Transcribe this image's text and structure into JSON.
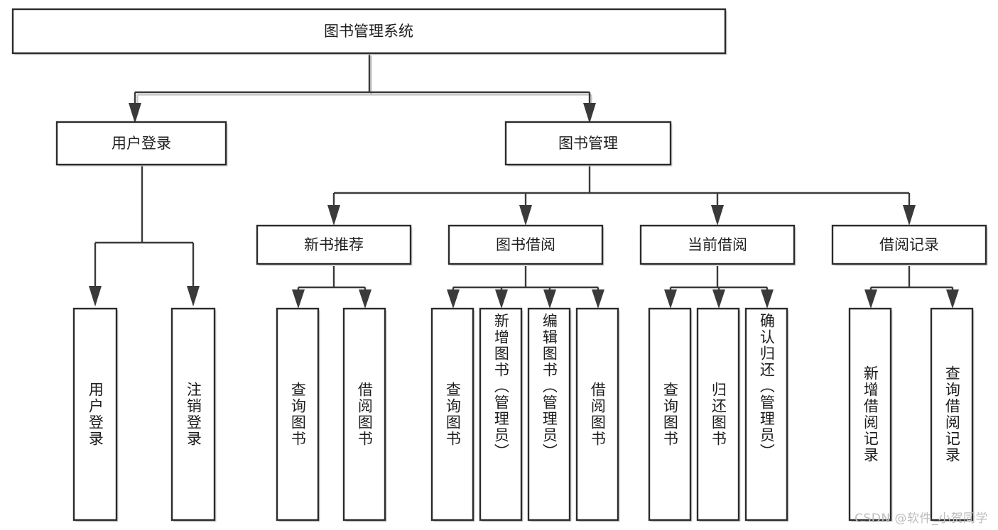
{
  "diagram": {
    "title": "图书管理系统",
    "type": "tree",
    "watermark": "CSDN @软件_小贺同学",
    "colors": {
      "box_border": "#2b2b2b",
      "box_fill": "#ffffff",
      "connector": "#3a3a3a",
      "shadow": "#c9c9c9",
      "text": "#1d1d1d",
      "watermark": "#bdbdbd"
    },
    "levels": {
      "level1": [
        {
          "id": "root",
          "label": "图书管理系统",
          "orientation": "horizontal"
        }
      ],
      "level2": [
        {
          "id": "user-login",
          "label": "用户登录",
          "orientation": "horizontal"
        },
        {
          "id": "book-manage",
          "label": "图书管理",
          "orientation": "horizontal"
        }
      ],
      "level3": [
        {
          "id": "new-book-rec",
          "label": "新书推荐",
          "orientation": "horizontal"
        },
        {
          "id": "book-borrow",
          "label": "图书借阅",
          "orientation": "horizontal"
        },
        {
          "id": "current-borrow",
          "label": "当前借阅",
          "orientation": "horizontal"
        },
        {
          "id": "borrow-record",
          "label": "借阅记录",
          "orientation": "horizontal"
        }
      ],
      "leaves": [
        {
          "id": "leaf-user-login",
          "label": "用户登录",
          "parent": "user-login",
          "orientation": "vertical"
        },
        {
          "id": "leaf-logout",
          "label": "注销登录",
          "parent": "user-login",
          "orientation": "vertical"
        },
        {
          "id": "leaf-query-book-1",
          "label": "查询图书",
          "parent": "new-book-rec",
          "orientation": "vertical"
        },
        {
          "id": "leaf-borrow-book-1",
          "label": "借阅图书",
          "parent": "new-book-rec",
          "orientation": "vertical"
        },
        {
          "id": "leaf-query-book-2",
          "label": "查询图书",
          "parent": "book-borrow",
          "orientation": "vertical"
        },
        {
          "id": "leaf-add-book",
          "label": "新增图书（管理员）",
          "parent": "book-borrow",
          "orientation": "vertical"
        },
        {
          "id": "leaf-edit-book",
          "label": "编辑图书（管理员）",
          "parent": "book-borrow",
          "orientation": "vertical"
        },
        {
          "id": "leaf-borrow-book-2",
          "label": "借阅图书",
          "parent": "book-borrow",
          "orientation": "vertical"
        },
        {
          "id": "leaf-query-book-3",
          "label": "查询图书",
          "parent": "current-borrow",
          "orientation": "vertical"
        },
        {
          "id": "leaf-return-book",
          "label": "归还图书",
          "parent": "current-borrow",
          "orientation": "vertical"
        },
        {
          "id": "leaf-confirm-return",
          "label": "确认归还（管理员）",
          "parent": "current-borrow",
          "orientation": "vertical"
        },
        {
          "id": "leaf-add-record",
          "label": "新增借阅记录",
          "parent": "borrow-record",
          "orientation": "vertical"
        },
        {
          "id": "leaf-query-record",
          "label": "查询借阅记录",
          "parent": "borrow-record",
          "orientation": "vertical"
        }
      ]
    }
  }
}
